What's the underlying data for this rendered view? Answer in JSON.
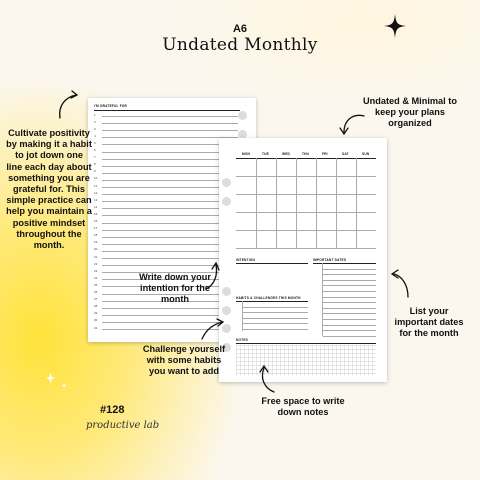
{
  "header": {
    "size": "A6",
    "title": "Undated Monthly"
  },
  "annotations": {
    "left": "Cultivate positivity by making it a habit to jot down one line each day about something you are grateful for. This simple practice can help you maintain a positive mindset throughout the month.",
    "top_right": "Undated & Minimal to keep your plans organized",
    "intention": "Write down your intention for the month",
    "right": "List your important dates for the month",
    "habits": "Challenge yourself with some habits you want to add",
    "notes": "Free space to write down notes"
  },
  "gratitude_page": {
    "heading": "I'M GRATEFUL FOR",
    "numbers": [
      "1",
      "2",
      "3",
      "4",
      "5",
      "6",
      "7",
      "8",
      "9",
      "10",
      "11",
      "12",
      "13",
      "14",
      "15",
      "16",
      "17",
      "18",
      "19",
      "20",
      "21",
      "22",
      "23",
      "24",
      "25",
      "26",
      "27",
      "28",
      "29",
      "30",
      "31"
    ]
  },
  "monthly_page": {
    "days": [
      "MON",
      "TUE",
      "WED",
      "THU",
      "FRI",
      "SAT",
      "SUN"
    ],
    "intention_label": "INTENTION",
    "dates_label": "IMPORTANT DATES",
    "habits_label": "HABITS & CHALLENGES THIS MONTH",
    "notes_label": "NOTES"
  },
  "footer": {
    "code": "#128",
    "brand": "productive lab"
  }
}
